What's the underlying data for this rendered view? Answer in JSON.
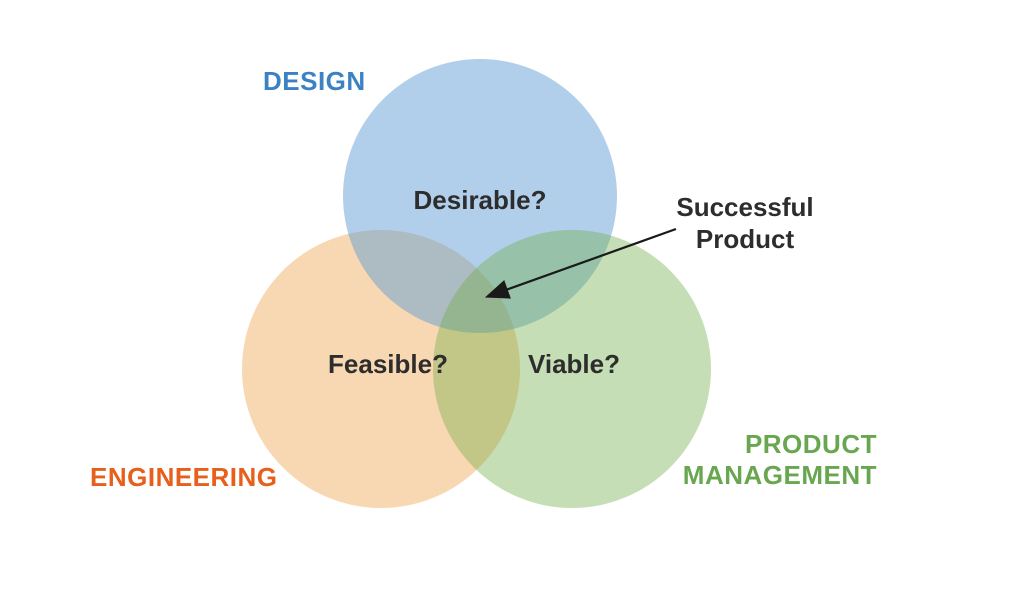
{
  "diagram": {
    "type": "venn",
    "sets": [
      {
        "id": "design",
        "title": "DESIGN",
        "question": "Desirable?",
        "title_color": "#3b82c4",
        "fill": "rgba(91,155,213,0.48)",
        "flat_fill_hex": "#afd0ea"
      },
      {
        "id": "engineering",
        "title": "ENGINEERING",
        "question": "Feasible?",
        "title_color": "#e75f1b",
        "fill": "rgba(236,150,47,0.37)",
        "flat_fill_hex": "#f8d8b2"
      },
      {
        "id": "product_management",
        "title": "PRODUCT\nMANAGEMENT",
        "question": "Viable?",
        "title_color": "#68a74f",
        "fill": "rgba(112,173,71,0.40)",
        "flat_fill_hex": "#c5deb9"
      }
    ],
    "center_annotation": {
      "text": "Successful\nProduct",
      "meaning": "intersection of all three sets"
    },
    "labels": {
      "design_title": "DESIGN",
      "engineering_title": "ENGINEERING",
      "product_title": "PRODUCT\nMANAGEMENT",
      "desirable": "Desirable?",
      "feasible": "Feasible?",
      "viable": "Viable?",
      "annotation": "Successful\nProduct"
    }
  },
  "colors": {
    "circle_design_fill": "rgba(91,155,213,0.48)",
    "circle_engineering_fill": "rgba(236,150,47,0.37)",
    "circle_product_fill": "rgba(112,173,71,0.40)",
    "label_design": "#3b82c4",
    "label_engineering": "#e75f1b",
    "label_product": "#68a74f",
    "text_dark": "#2d2d2d",
    "arrow": "#1a1a1a",
    "background": "#ffffff"
  }
}
